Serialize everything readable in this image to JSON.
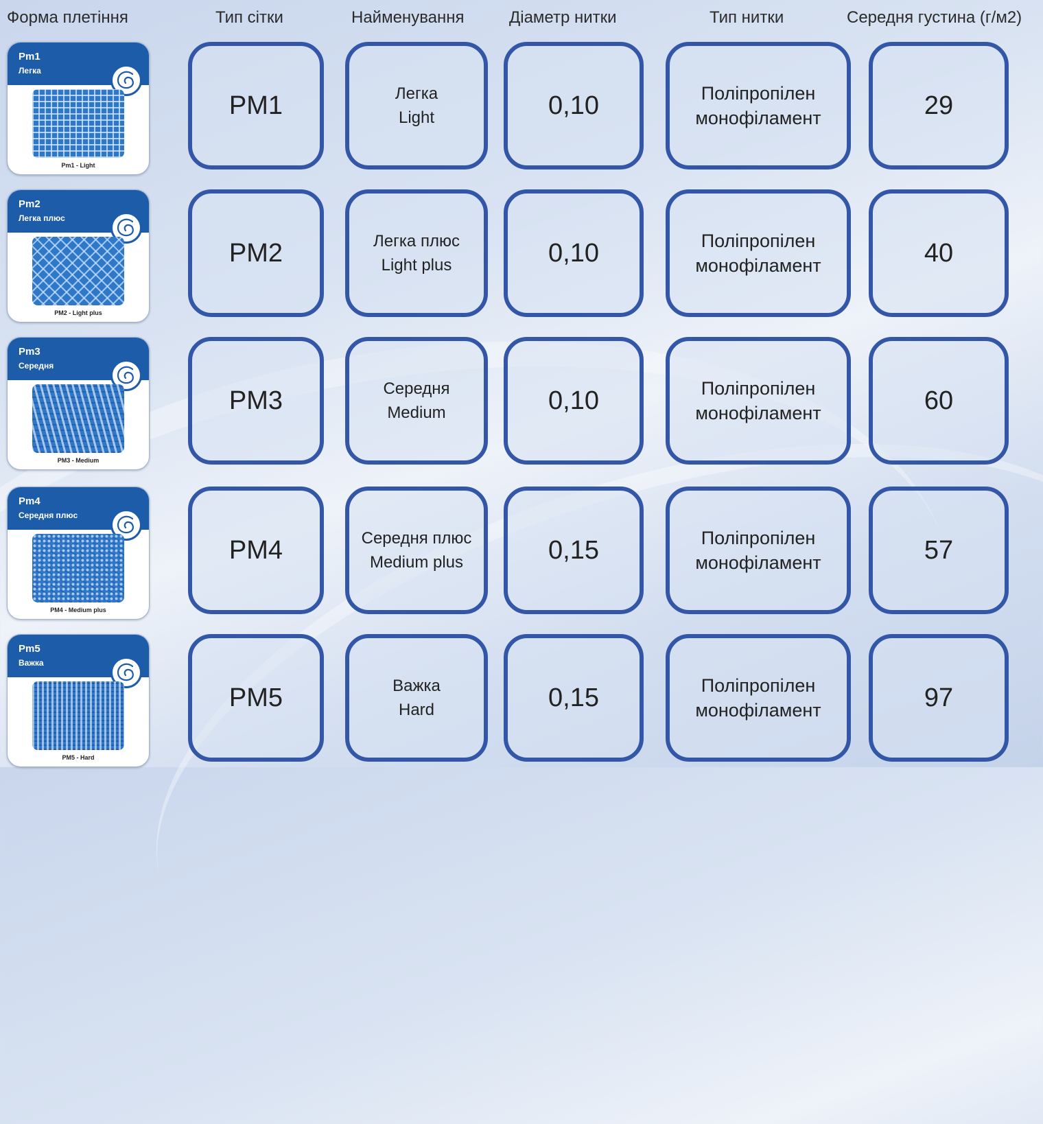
{
  "headers": {
    "weave": "Форма  плетіння",
    "mesh_type": "Тип сітки",
    "name": "Найменування",
    "diameter": "Діаметр нитки",
    "thread_type": "Тип нитки",
    "density": "Середня густина (г/м2)"
  },
  "rows": [
    {
      "card_code": "Pm1",
      "card_name": "Легка",
      "card_caption": "Pm1 - Light",
      "mesh_type": "PM1",
      "name_ua": "Легка",
      "name_en": "Light",
      "diameter": "0,10",
      "thread_line1": "Поліпропілен",
      "thread_line2": "монофіламент",
      "density": "29"
    },
    {
      "card_code": "Pm2",
      "card_name": "Легка плюс",
      "card_caption": "PM2 - Light plus",
      "mesh_type": "PM2",
      "name_ua": "Легка плюс",
      "name_en": "Light plus",
      "diameter": "0,10",
      "thread_line1": "Поліпропілен",
      "thread_line2": "монофіламент",
      "density": "40"
    },
    {
      "card_code": "Pm3",
      "card_name": "Середня",
      "card_caption": "PM3 - Medium",
      "mesh_type": "PM3",
      "name_ua": "Середня",
      "name_en": "Medium",
      "diameter": "0,10",
      "thread_line1": "Поліпропілен",
      "thread_line2": "монофіламент",
      "density": "60"
    },
    {
      "card_code": "Pm4",
      "card_name": "Середня плюс",
      "card_caption": "PM4 - Medium plus",
      "mesh_type": "PM4",
      "name_ua": "Середня плюс",
      "name_en": "Medium plus",
      "diameter": "0,15",
      "thread_line1": "Поліпропілен",
      "thread_line2": "монофіламент",
      "density": "57"
    },
    {
      "card_code": "Pm5",
      "card_name": "Важка",
      "card_caption": "PM5 - Hard",
      "mesh_type": "PM5",
      "name_ua": "Важка",
      "name_en": "Hard",
      "diameter": "0,15",
      "thread_line1": "Поліпропілен",
      "thread_line2": "монофіламент",
      "density": "97"
    }
  ],
  "colors": {
    "accent": "#3356a6",
    "card_header": "#1d5ca8"
  }
}
